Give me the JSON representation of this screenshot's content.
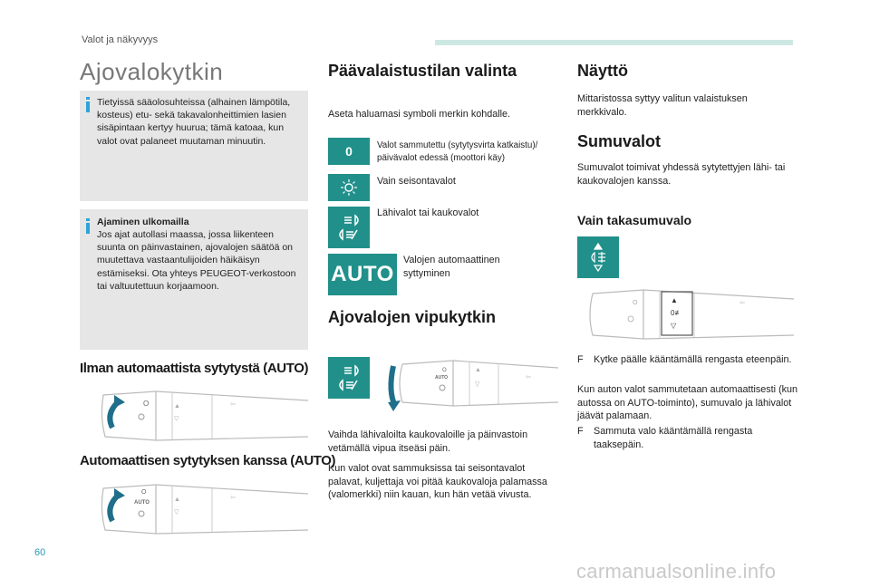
{
  "header": {
    "section": "Valot ja näkyvyys"
  },
  "left": {
    "title": "Ajovalokytkin",
    "note1": "Tietyissä sääolosuhteissa (alhainen lämpötila, kosteus) etu- sekä takavalonheittimien lasien sisäpintaan kertyy huurua; tämä katoaa, kun valot ovat palaneet muutaman minuutin.",
    "note2_title": "Ajaminen ulkomailla",
    "note2": "Jos ajat autollasi maassa, jossa liikenteen suunta on päinvastainen, ajovalojen säätöä on muutettava vastaantulijoiden häikäisyn estämiseksi. Ota yhteys PEUGEOT-verkostoon tai valtuutettuun korjaamoon.",
    "heading_manual": "Ilman automaattista sytytystä (AUTO)",
    "heading_auto": "Automaattisen sytytyksen kanssa (AUTO)",
    "stalk_label_auto": "AUTO"
  },
  "middle": {
    "title": "Päävalaistustilan valinta",
    "intro": "Aseta haluamasi symboli merkin kohdalle.",
    "modes": [
      {
        "icon": "zero-icon",
        "symbol": "0",
        "label": "Valot sammutettu (sytytysvirta katkaistu)/ päivävalot edessä (moottori käy)"
      },
      {
        "icon": "sidelights-icon",
        "label": "Vain seisontavalot"
      },
      {
        "icon": "headlights-icon",
        "label": "Lähivalot tai kaukovalot"
      },
      {
        "icon": "auto-icon",
        "symbol": "AUTO",
        "label": "Valojen automaattinen syttyminen"
      }
    ],
    "stalk_title": "Ajovalojen vipukytkin",
    "stalk_p1": "Vaihda lähivaloilta kaukovaloille ja päinvastoin vetämällä vipua itseäsi päin.",
    "stalk_p2": "Kun valot ovat sammuksissa tai seisontavalot palavat, kuljettaja voi pitää kaukovaloja palamassa (valomerkki) niin kauan, kun hän vetää vivusta."
  },
  "right": {
    "display_title": "Näyttö",
    "display_text": "Mittaristossa syttyy valitun valaistuksen merkkivalo.",
    "fog_title": "Sumuvalot",
    "fog_text": "Sumuvalot toimivat yhdessä sytytettyjen lähi- tai kaukovalojen kanssa.",
    "rear_fog_title": "Vain takasumuvalo",
    "bullet_symbol": "F",
    "step1": "Kytke päälle kääntämällä rengasta eteenpäin.",
    "auto_off": "Kun auton valot sammutetaan automaattisesti (kun autossa on AUTO-toiminto), sumuvalo ja lähivalot jäävät palamaan.",
    "step2": "Sammuta valo kääntämällä rengasta taaksepäin."
  },
  "footer": {
    "page_number": "60",
    "watermark": "carmanualsonline.info"
  },
  "colors": {
    "teal": "#21908a",
    "note_bg": "#e6e6e6",
    "accent_blue": "#2ea3d8",
    "header_bar": "#cde8e2"
  }
}
